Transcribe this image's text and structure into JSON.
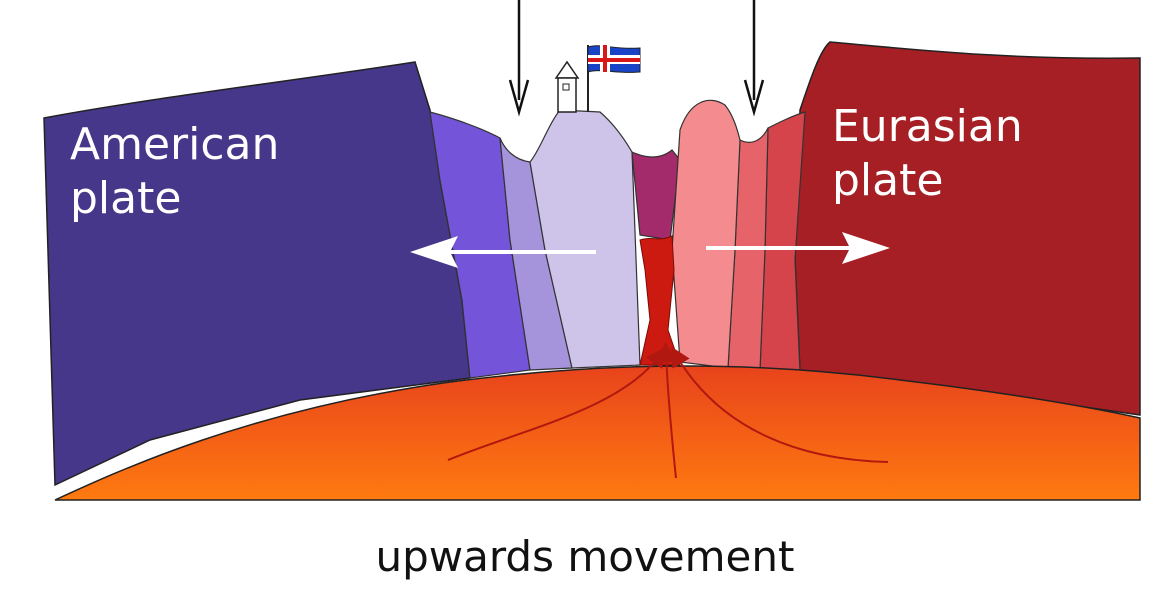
{
  "labels": {
    "american_line1": "American",
    "american_line2": "plate",
    "eurasian_line1": "Eurasian",
    "eurasian_line2": "plate",
    "caption": "upwards movement"
  },
  "colors": {
    "american_plate": "#46378a",
    "american_band_1": "#7454d8",
    "american_band_2": "#a593dc",
    "american_band_3": "#cec4ea",
    "rift_magenta": "#a32a6b",
    "magma_channel": "#cc1a10",
    "eurasian_plate": "#a51f24",
    "eurasian_band_1": "#d5444b",
    "eurasian_band_2": "#e6636a",
    "eurasian_band_3": "#f48b8f",
    "mantle_top": "#e8431c",
    "mantle_bottom": "#ff7a10",
    "flow_arrows": "#b01810",
    "motion_arrows": "#ffffff",
    "flag_blue": "#1a44c8",
    "flag_red": "#d81818"
  },
  "icons": {
    "flag": "iceland-flag-icon",
    "hut": "lighthouse-hut-icon"
  }
}
